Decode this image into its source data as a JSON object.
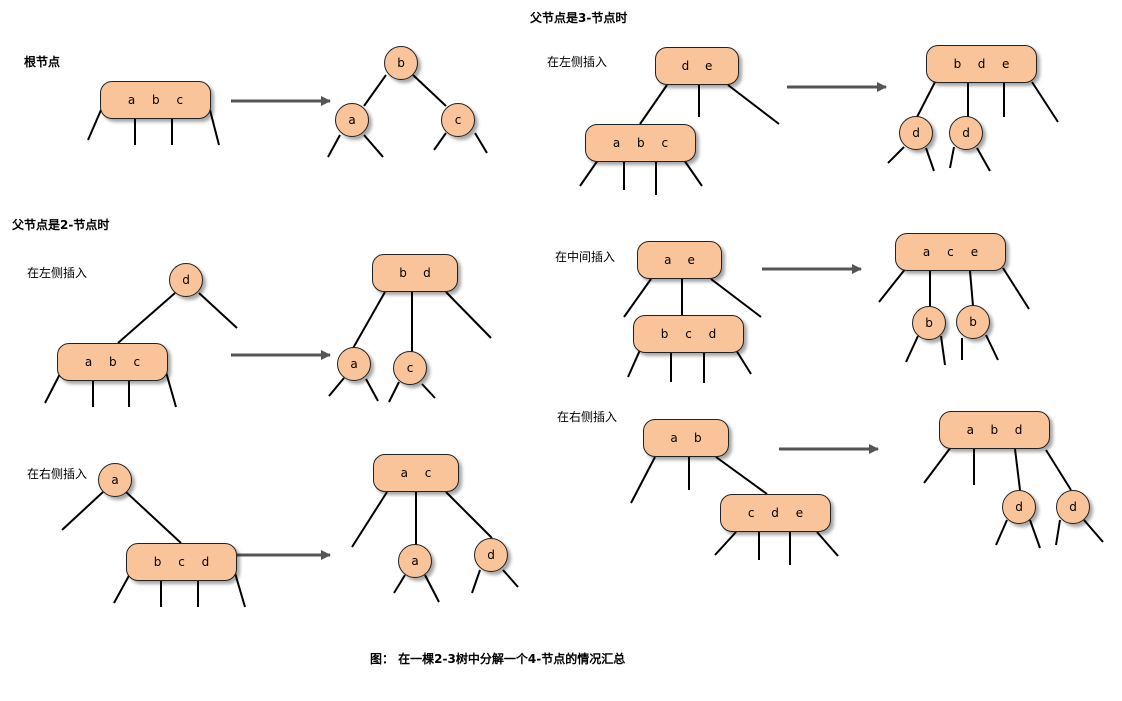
{
  "headings": {
    "parent3": "父节点是3-节点时",
    "root": "根节点",
    "parent2": "父节点是2-节点时"
  },
  "insert_labels": {
    "left2": "在左侧插入",
    "right2": "在右侧插入",
    "left3": "在左侧插入",
    "mid3": "在中间插入",
    "right3": "在右侧插入"
  },
  "caption": "图：  在一棵2-3树中分解一个4-节点的情况汇总",
  "colors": {
    "node_fill": "#f9c49a",
    "stroke": "#000000",
    "arrow": "#555555"
  },
  "nodes": {
    "root_before": [
      "a",
      "b",
      "c"
    ],
    "root_after_top": [
      "b"
    ],
    "root_after_left": [
      "a"
    ],
    "root_after_right": [
      "c"
    ],
    "p2l_parent": [
      "d"
    ],
    "p2l_child": [
      "a",
      "b",
      "c"
    ],
    "p2l_after_top": [
      "b",
      "d"
    ],
    "p2l_after_left": [
      "a"
    ],
    "p2l_after_mid": [
      "c"
    ],
    "p2r_parent": [
      "a"
    ],
    "p2r_child": [
      "b",
      "c",
      "d"
    ],
    "p2r_after_top": [
      "a",
      "c"
    ],
    "p2r_after_mid": [
      "a"
    ],
    "p2r_after_right": [
      "d"
    ],
    "p3l_parent": [
      "d",
      "e"
    ],
    "p3l_child": [
      "a",
      "b",
      "c"
    ],
    "p3l_after_top": [
      "b",
      "d",
      "e"
    ],
    "p3l_after_c1": [
      "d"
    ],
    "p3l_after_c2": [
      "d"
    ],
    "p3m_parent": [
      "a",
      "e"
    ],
    "p3m_child": [
      "b",
      "c",
      "d"
    ],
    "p3m_after_top": [
      "a",
      "c",
      "e"
    ],
    "p3m_after_c1": [
      "b"
    ],
    "p3m_after_c2": [
      "b"
    ],
    "p3r_parent": [
      "a",
      "b"
    ],
    "p3r_child": [
      "c",
      "d",
      "e"
    ],
    "p3r_after_top": [
      "a",
      "b",
      "d"
    ],
    "p3r_after_c1": [
      "d"
    ],
    "p3r_after_c2": [
      "d"
    ]
  }
}
